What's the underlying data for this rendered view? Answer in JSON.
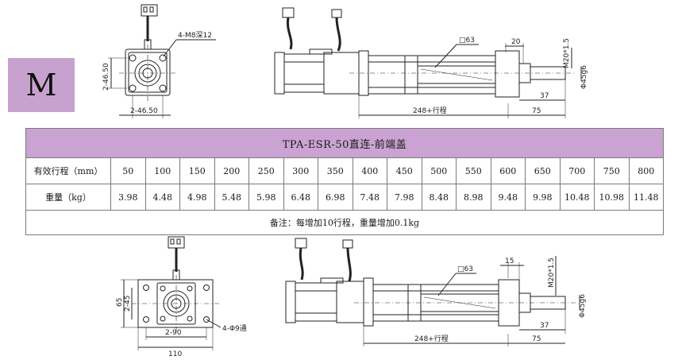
{
  "badge": {
    "letter": "M"
  },
  "table": {
    "title": "TPA-ESR-50直连-前端盖",
    "stroke_label": "有效行程（mm）",
    "weight_label": "重量（kg）",
    "strokes": [
      "50",
      "100",
      "150",
      "200",
      "250",
      "300",
      "350",
      "400",
      "450",
      "500",
      "550",
      "600",
      "650",
      "700",
      "750",
      "800"
    ],
    "weights": [
      "3.98",
      "4.48",
      "4.98",
      "5.48",
      "5.98",
      "6.48",
      "6.98",
      "7.48",
      "7.98",
      "8.48",
      "8.98",
      "9.48",
      "9.98",
      "10.48",
      "10.98",
      "11.48"
    ],
    "note": "备注：每增加10行程，重量增加0.1kg"
  },
  "drawing_top": {
    "hole_callout": "4-M8深12",
    "side_dim": "2-46.50",
    "bottom_dim": "2-46.50",
    "square_label": "□63",
    "dim_20": "20",
    "thread_label": "M20*1.5",
    "rod_label": "Φ45g6",
    "dim_37": "37",
    "dim_75": "75",
    "stroke_dim": "248+行程"
  },
  "drawing_bottom": {
    "dim_65": "65",
    "dim_2_45": "2-45",
    "dim_2_90": "2-90",
    "dim_110": "110",
    "hole_callout": "4-Φ9通",
    "square_label": "□63",
    "dim_15": "15",
    "thread_label": "M20*1.5",
    "rod_label": "Φ45g6",
    "dim_37": "37",
    "dim_75": "75",
    "stroke_dim": "248+行程"
  }
}
